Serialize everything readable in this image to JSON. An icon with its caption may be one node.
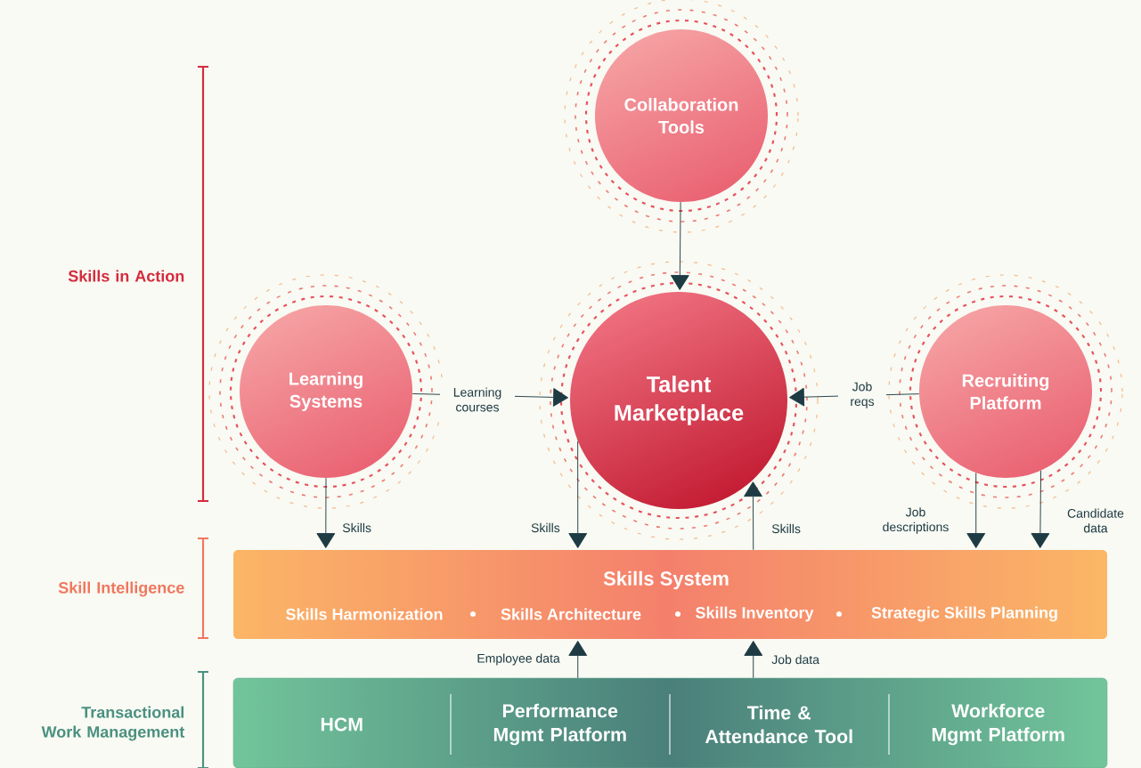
{
  "diagram": {
    "nodes": [
      {
        "text": [
          "Collaboration Tools"
        ]
      },
      {
        "text": [
          "Learning Systems"
        ]
      },
      {
        "text": [
          "Talent Marketplace"
        ]
      },
      {
        "text": [
          "Recruiting Platform"
        ]
      },
      {
        "text": [
          "Skills System",
          "Skills Harmonization",
          "Skills Architecture",
          "Skills Inventory",
          "Strategic Skills Planning"
        ]
      },
      {
        "text": [],
        "shape": "bar"
      },
      {
        "text": [
          "HCM"
        ],
        "in": 5
      },
      {
        "text": [
          "Performance Mgmt Platform"
        ],
        "in": 5
      },
      {
        "text": [
          "Time & Attendance Tool"
        ],
        "in": 5
      },
      {
        "text": [
          "Workforce Mgmt Platform"
        ],
        "in": 5
      }
    ],
    "edges": [
      {
        "from": 0,
        "to": 2,
        "arrow": "to"
      },
      {
        "from": 1,
        "to": 2,
        "arrow": "to",
        "label": "Learning courses"
      },
      {
        "from": 3,
        "to": 2,
        "arrow": "to",
        "label": "Job reqs"
      },
      {
        "from": 1,
        "to": 4,
        "arrow": "to",
        "label": "Skills"
      },
      {
        "from": 2,
        "to": 4,
        "arrow": "to",
        "label": "Skills"
      },
      {
        "from": 4,
        "to": 2,
        "arrow": "to",
        "label": "Skills"
      },
      {
        "from": 3,
        "to": 4,
        "arrow": "to",
        "label": "Job descriptions"
      },
      {
        "from": 3,
        "to": 4,
        "arrow": "to",
        "label": "Candidate data"
      },
      {
        "from": 5,
        "to": 4,
        "arrow": "to",
        "label": "Employee data"
      },
      {
        "from": 5,
        "to": 4,
        "arrow": "to",
        "label": "Job data"
      }
    ],
    "labels": [
      "Skills in Action",
      "Skill Intelligence",
      "Transactional Work Management"
    ]
  }
}
